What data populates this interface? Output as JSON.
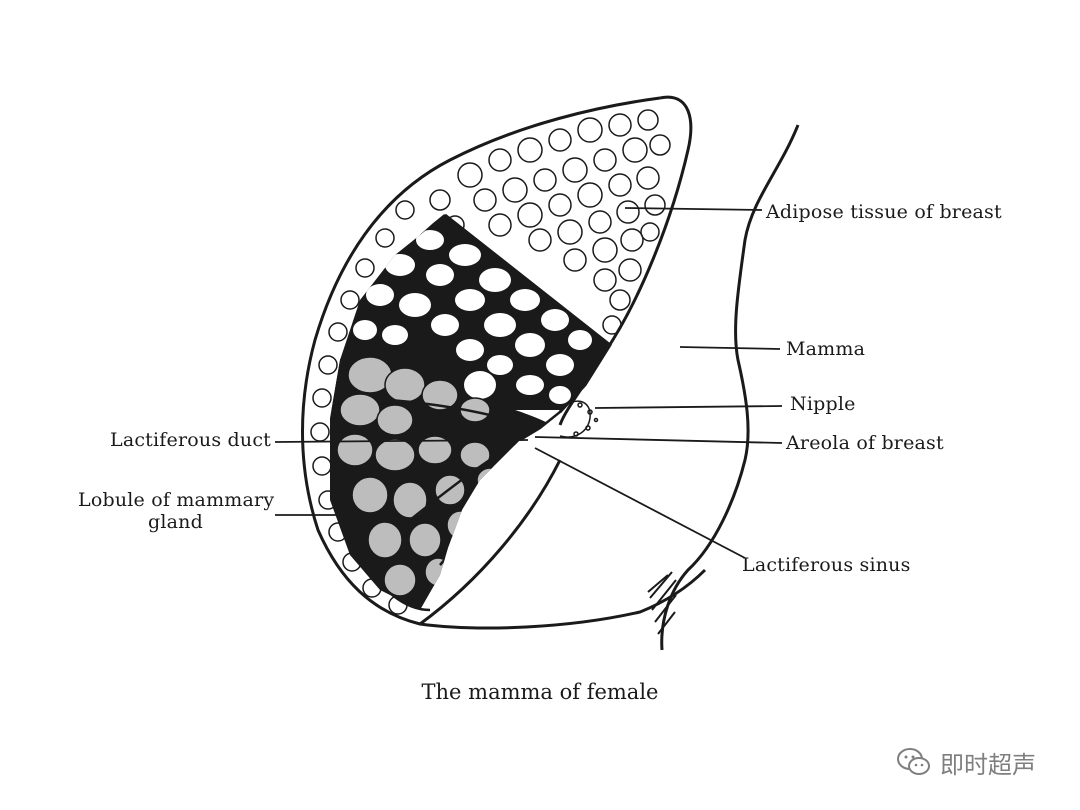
{
  "figure": {
    "caption": "The mamma of female",
    "labels": {
      "adipose": "Adipose tissue of breast",
      "mamma": "Mamma",
      "nipple": "Nipple",
      "areola": "Areola of breast",
      "lactiferous_sinus": "Lactiferous sinus",
      "lactiferous_duct": "Lactiferous duct",
      "lobule_line1": "Lobule of mammary",
      "lobule_line2": "gland"
    }
  },
  "watermark": {
    "text": "即时超声",
    "icon": "wechat-icon"
  },
  "colors": {
    "ink": "#1a1a1a",
    "gland_fill": "#bdbdbd",
    "watermark": "#7f7f7f"
  }
}
